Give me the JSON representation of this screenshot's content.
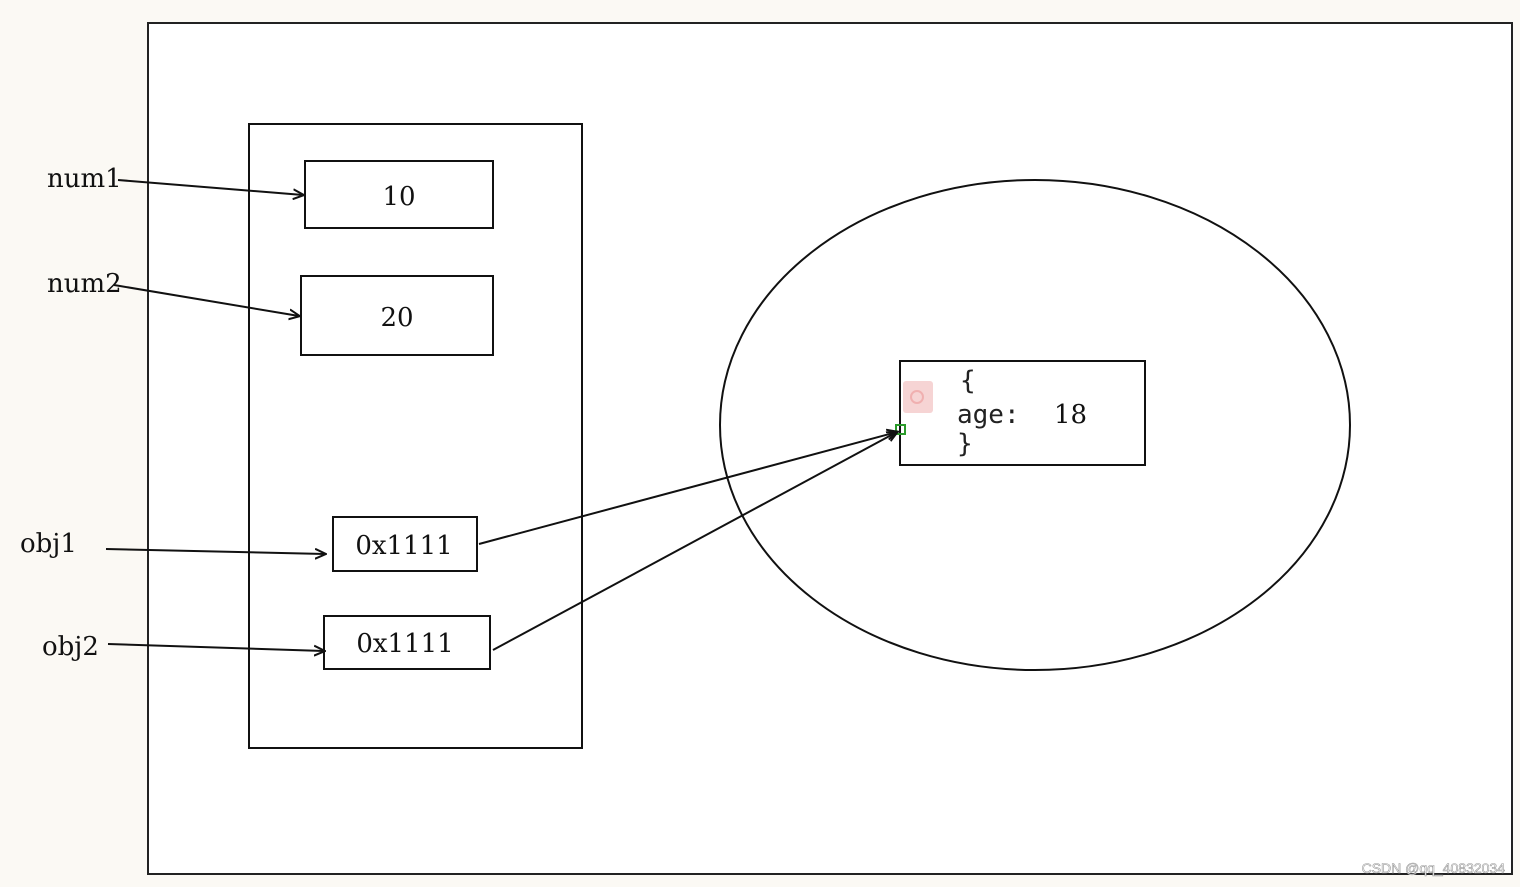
{
  "variables": [
    {
      "name": "num1",
      "value": "10"
    },
    {
      "name": "num2",
      "value": "20"
    },
    {
      "name": "obj1",
      "value": "0x1111"
    },
    {
      "name": "obj2",
      "value": "0x1111"
    }
  ],
  "heap_object": {
    "open_brace": "{",
    "key": "age:",
    "value": "18",
    "close_brace": "}"
  },
  "watermark": "CSDN @qq_40832034"
}
